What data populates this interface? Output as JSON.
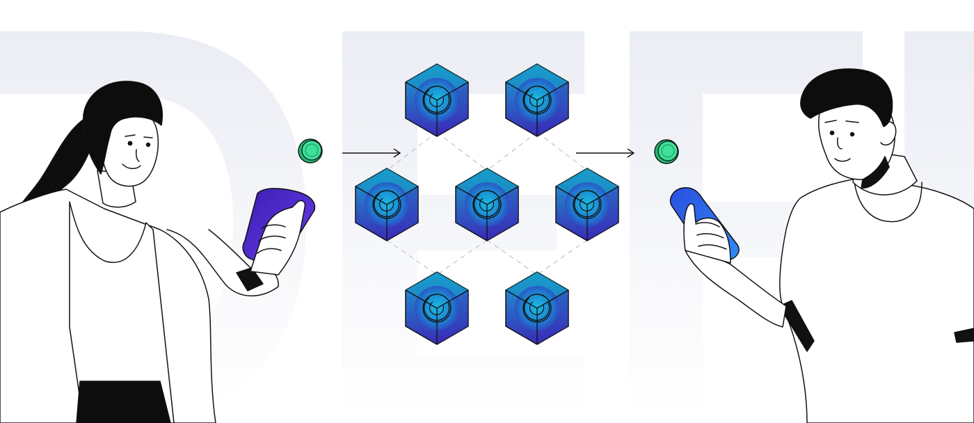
{
  "background": {
    "letters": [
      "D",
      "E",
      "F",
      "I"
    ],
    "letter_color": "#eceef5"
  },
  "colors": {
    "outline": "#111111",
    "hair": "#0d0d0d",
    "cube_top": "#1592c4",
    "cube_side": "#2f3fc0",
    "cube_deep": "#3b1fb0",
    "cube_glow": "#16c0e0",
    "token": "#2ed48a",
    "phone_left": "#4f2bd8",
    "phone_right": "#2d6cf0",
    "network_line": "#c8c8d0"
  },
  "icons": {
    "token": "green-coin-icon",
    "node": "blockchain-cube-icon",
    "arrow": "arrow-right-icon"
  },
  "network": {
    "node_count": 7
  }
}
